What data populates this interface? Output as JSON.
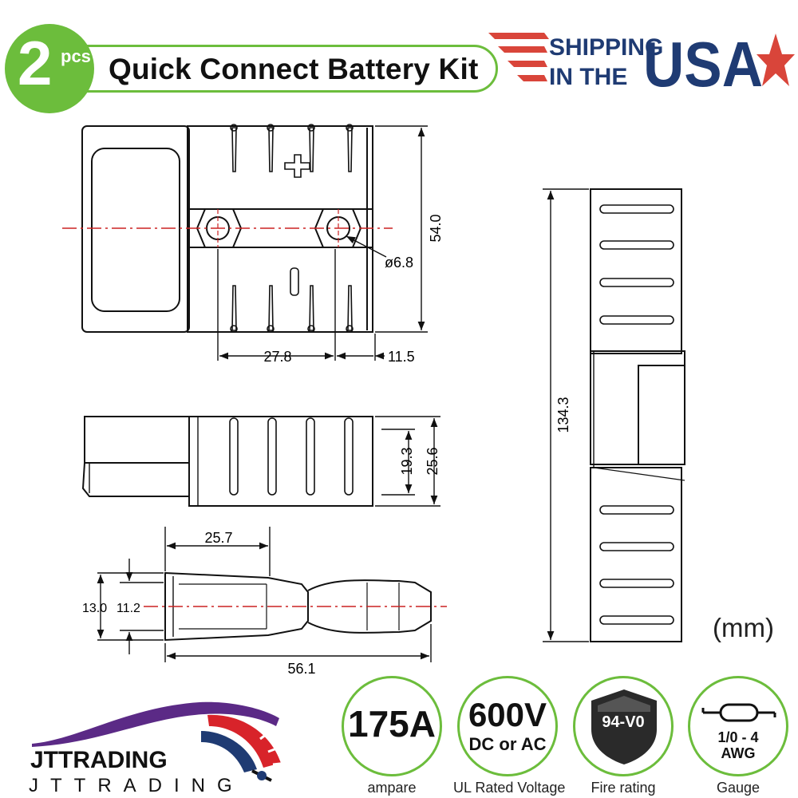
{
  "banner": {
    "count": "2",
    "count_unit": "pcs",
    "title": "Quick Connect Battery Kit"
  },
  "shipping": {
    "line1": "SHIPPING",
    "line2": "IN THE",
    "country": "USA",
    "colors": {
      "red": "#d9453a",
      "navy": "#1f3b73"
    }
  },
  "drawing": {
    "dims": {
      "height_top": "54.0",
      "hole_dia": "ø6.8",
      "pitch": "27.8",
      "edge": "11.5",
      "side_inner": "19.3",
      "side_outer": "25.6",
      "contact_barrel": "25.7",
      "contact_od": "13.0",
      "contact_id": "11.2",
      "contact_len": "56.1",
      "assembly_len": "134.3"
    },
    "unit": "(mm)"
  },
  "specs": [
    {
      "value": "175A",
      "sub": "",
      "label": "ampare"
    },
    {
      "value": "600V",
      "sub": "DC or AC",
      "label": "UL Rated Voltage"
    },
    {
      "value": "94-V0",
      "sub": "",
      "label": "Fire rating"
    },
    {
      "value": "1/0 - 4",
      "sub": "AWG",
      "label": "Gauge"
    }
  ],
  "logo": {
    "name": "JTTRADING",
    "spaced": "JTTRADING"
  },
  "colors": {
    "accent_green": "#6cbd3c",
    "dim_red": "#cc2222"
  }
}
